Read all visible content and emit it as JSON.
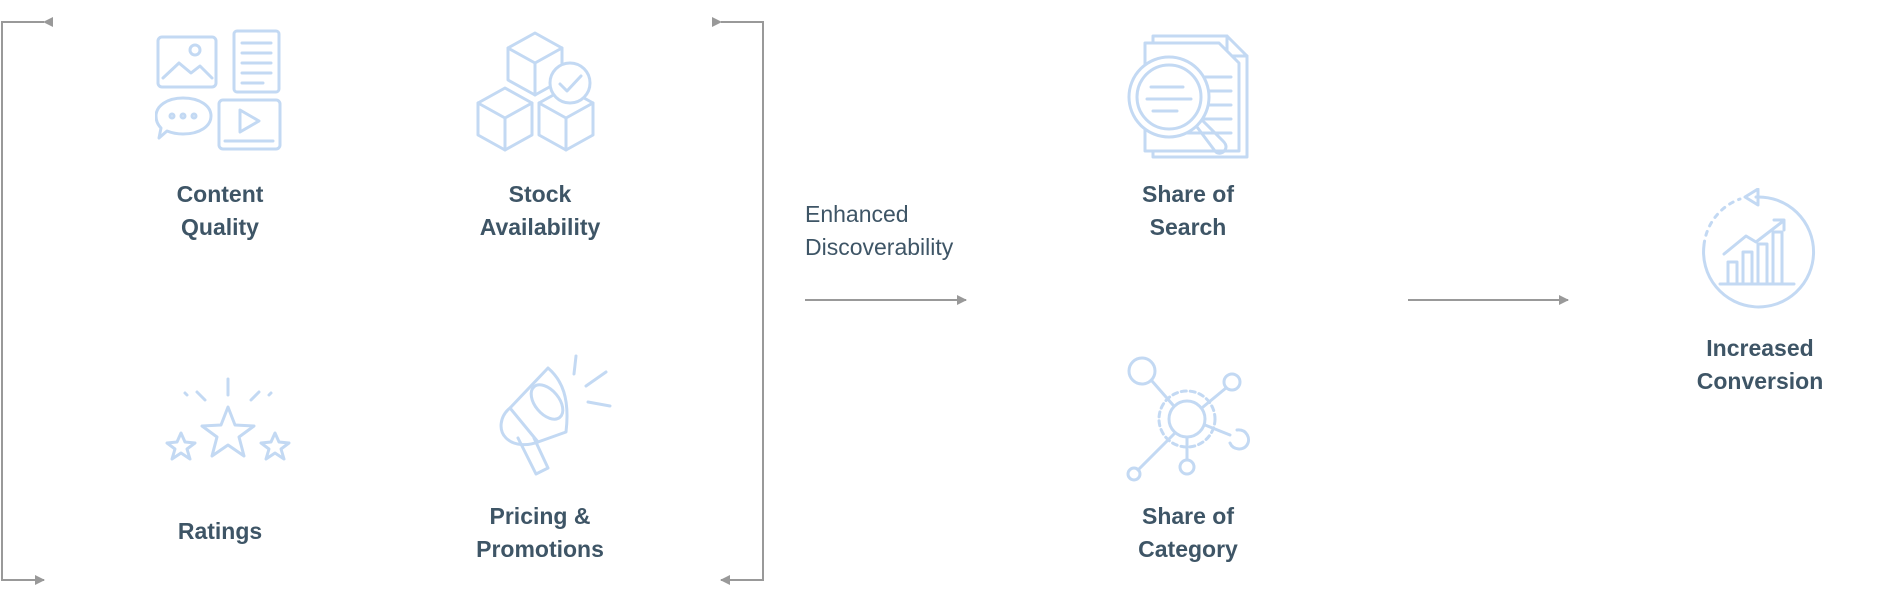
{
  "factors": [
    {
      "name": "content-quality",
      "line1": "Content",
      "line2": "Quality",
      "icon": "media-content-icon"
    },
    {
      "name": "stock-availability",
      "line1": "Stock",
      "line2": "Availability",
      "icon": "boxes-check-icon"
    },
    {
      "name": "ratings",
      "line1": "Ratings",
      "line2": "",
      "icon": "stars-rating-icon"
    },
    {
      "name": "pricing-promotions",
      "line1": "Pricing &",
      "line2": "Promotions",
      "icon": "megaphone-icon"
    }
  ],
  "flow": {
    "line1": "Enhanced",
    "line2": "Discoverability"
  },
  "metrics": [
    {
      "name": "share-of-search",
      "line1": "Share of",
      "line2": "Search",
      "icon": "document-search-icon"
    },
    {
      "name": "share-of-category",
      "line1": "Share of",
      "line2": "Category",
      "icon": "network-nodes-icon"
    }
  ],
  "outcome": {
    "line1": "Increased",
    "line2": "Conversion",
    "icon": "growth-chart-icon"
  },
  "colors": {
    "icon_stroke": "#c3d9f3",
    "label_text": "#3e5566",
    "connector": "#999999"
  }
}
